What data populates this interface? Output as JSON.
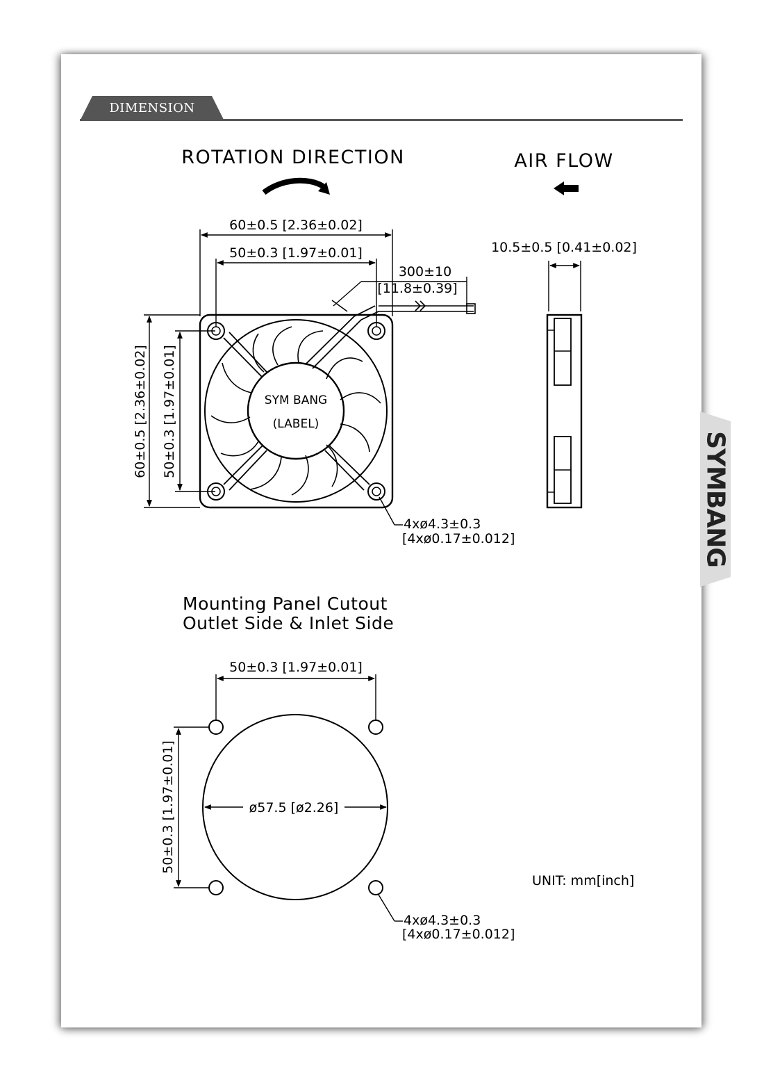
{
  "header": {
    "section_title": "DIMENSION"
  },
  "brand": {
    "vertical_logo": "SYMBANG"
  },
  "colors": {
    "tab": "#555555",
    "logo_bg": "#dcdcdc",
    "line": "#000000"
  },
  "drawing": {
    "rotation_label": "ROTATION  DIRECTION",
    "airflow_label": "AIR  FLOW",
    "dim_width_outer": "60±0.5 [2.36±0.02]",
    "dim_width_inner": "50±0.3 [1.97±0.01]",
    "dim_cable_length": "300±10",
    "dim_cable_length_inch": "[11.8±0.39]",
    "dim_thickness": "10.5±0.5 [0.41±0.02]",
    "dim_height_outer": "60±0.5 [2.36±0.02]",
    "dim_height_inner": "50±0.3 [1.97±0.01]",
    "hub_label_line1": "SYM  BANG",
    "hub_label_line2": "(LABEL)",
    "hole_spec_mm": "4xø4.3±0.3",
    "hole_spec_inch": "[4xø0.17±0.012]",
    "cutout_title_line1": "Mounting  Panel  Cutout",
    "cutout_title_line2": "Outlet  Side  &  Inlet  Side",
    "cutout_dim_width": "50±0.3 [1.97±0.01]",
    "cutout_dim_height": "50±0.3 [1.97±0.01]",
    "cutout_diameter": "ø57.5 [ø2.26]",
    "cutout_hole_spec_mm": "4xø4.3±0.3",
    "cutout_hole_spec_inch": "[4xø0.17±0.012]",
    "unit_label": "UNIT: mm[inch]"
  }
}
